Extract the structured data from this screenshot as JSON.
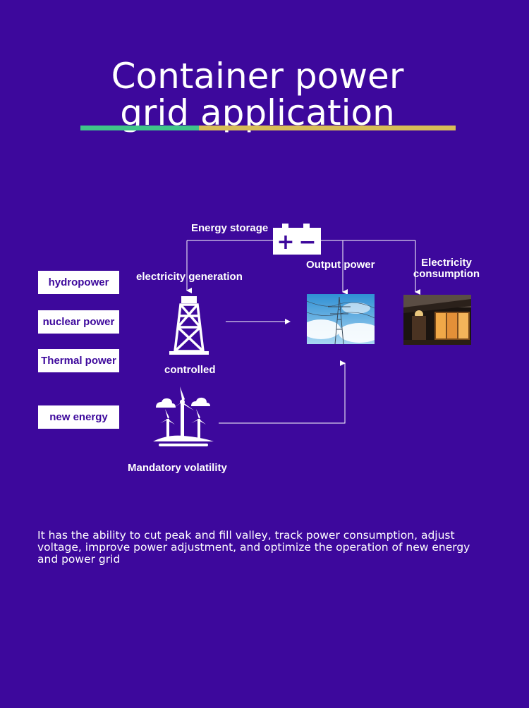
{
  "title": {
    "line1": "Container power",
    "line2": "grid application"
  },
  "colors": {
    "background": "#3d089c",
    "divider_green": "#3fc589",
    "divider_gold": "#d8bd57",
    "box_text": "#3d089c"
  },
  "sources": [
    {
      "label": "hydropower"
    },
    {
      "label": "nuclear power"
    },
    {
      "label": "Thermal power"
    },
    {
      "label": "new energy"
    }
  ],
  "diagram": {
    "energy_storage": "Energy storage",
    "electricity_generation": "electricity generation",
    "output_power": "Output power",
    "consumption_line1": "Electricity",
    "consumption_line2": "consumption",
    "controlled": "controlled",
    "mandatory_volatility": "Mandatory volatility",
    "battery_plus": "+",
    "battery_minus": "−"
  },
  "icons": {
    "battery": "battery-icon",
    "tower": "transmission-tower-icon",
    "wind": "wind-turbine-icon",
    "power_photo": "power-line-photo",
    "house_photo": "lit-house-photo"
  },
  "description": "It has the ability to cut peak and fill valley, track power consumption, adjust voltage, improve power adjustment, and optimize the operation of new energy and power grid"
}
